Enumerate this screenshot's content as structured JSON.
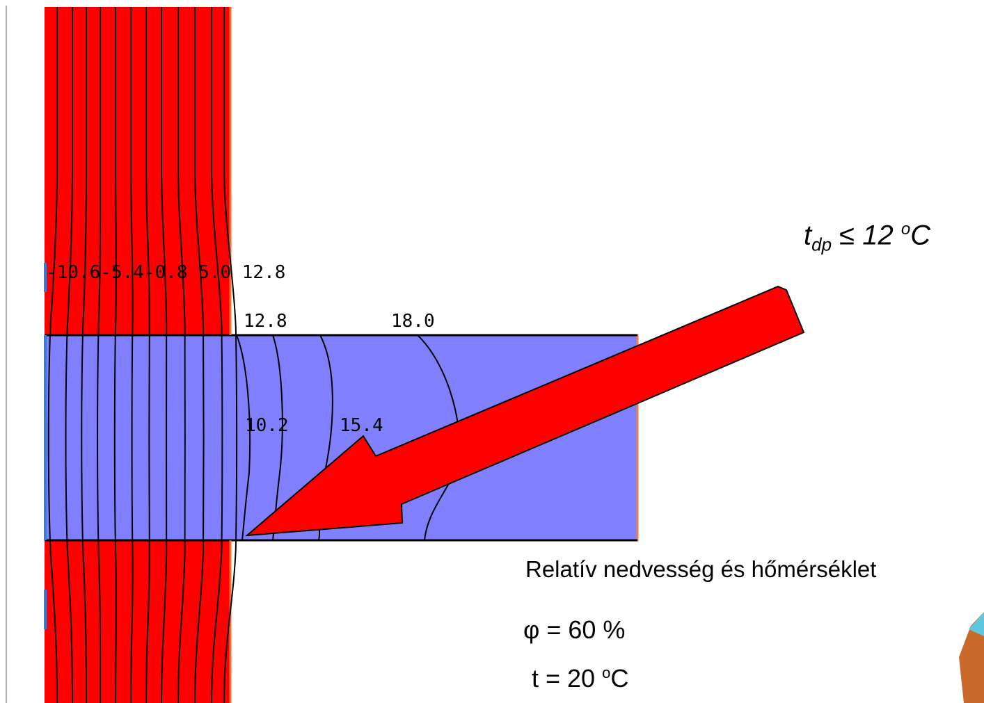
{
  "colors": {
    "wall": "#ff0000",
    "slab": "#8080ff",
    "slab_border": "#e8814a",
    "arrow": "#ff0000",
    "isotherm": "#000000"
  },
  "isotherm_labels": {
    "wall_top_cluster": "-10.6-5.4-0.8 5.0 12.8",
    "slab_top_left": "12.8",
    "slab_top_right": "18.0",
    "slab_mid_left": "10.2",
    "slab_mid_right": "15.4"
  },
  "dew_point": {
    "t": "t",
    "sub": "dp",
    "rest": " ≤ 12 ",
    "sup": "o",
    "unit": "C"
  },
  "conditions": {
    "title": "Relatív nedvesség és hőmérséklet",
    "phi": "φ = 60 %",
    "t_prefix": "t = 20 ",
    "t_sup": "o",
    "t_unit": "C"
  }
}
